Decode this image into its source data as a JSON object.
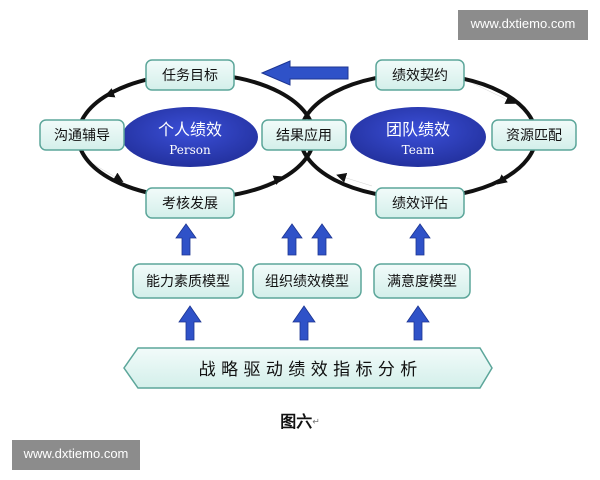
{
  "diagram": {
    "colors": {
      "box_fill": "#dff4f1",
      "box_border": "#5ca69a",
      "ellipse_fill": "#2f3fbf",
      "arrow_blue": "#2f52c8",
      "loop_stroke": "#111111"
    },
    "left_loop": {
      "center_title": "个人绩效",
      "center_sub": "Person",
      "top_box": "任务目标",
      "left_box": "沟通辅导",
      "bottom_box": "考核发展"
    },
    "center_box": "结果应用",
    "right_loop": {
      "center_title": "团队绩效",
      "center_sub": "Team",
      "top_box": "绩效契约",
      "right_box": "资源匹配",
      "bottom_box": "绩效评估"
    },
    "model_boxes": [
      "能力素质模型",
      "组织绩效模型",
      "满意度模型"
    ],
    "base_box": "战 略 驱 动 绩 效 指 标 分 析",
    "caption": "图六",
    "caption_mark": "↵"
  },
  "watermarks": {
    "top": "www.dxtiemo.com",
    "bottom": "www.dxtiemo.com"
  }
}
